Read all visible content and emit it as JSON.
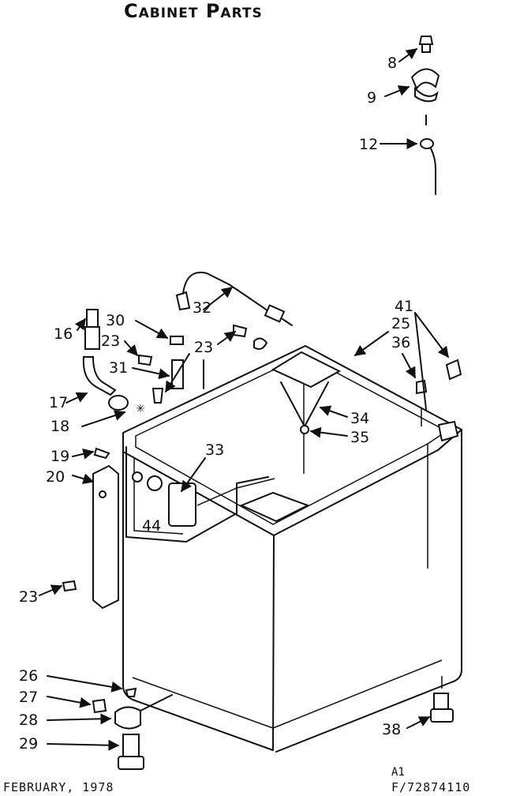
{
  "title": "Cabinet Parts",
  "footer": {
    "date": "FEBRUARY, 1978",
    "code_line1": "A1",
    "code_line2": "F/72874110"
  },
  "callouts": {
    "c8": "8",
    "c9": "9",
    "c12": "12",
    "c16": "16",
    "c17": "17",
    "c18": "18",
    "c19": "19",
    "c20": "20",
    "c23a": "23",
    "c23b": "23",
    "c23c": "23",
    "c25": "25",
    "c26": "26",
    "c27": "27",
    "c28": "28",
    "c29": "29",
    "c30": "30",
    "c31": "31",
    "c32": "32",
    "c33": "33",
    "c34": "34",
    "c35": "35",
    "c36": "36",
    "c38": "38",
    "c41": "41",
    "c44": "44"
  }
}
